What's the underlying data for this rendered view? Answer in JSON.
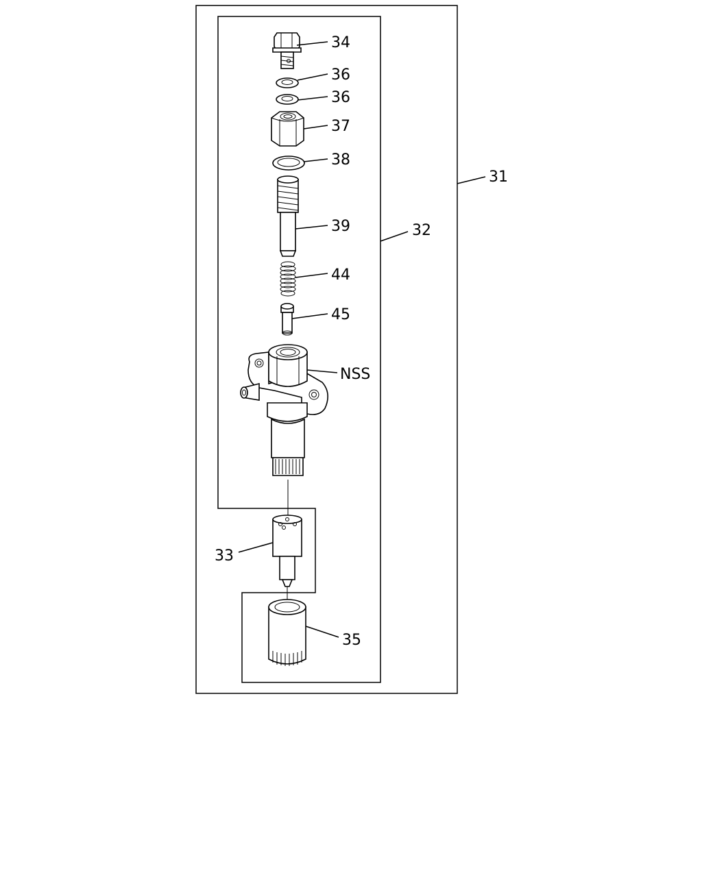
{
  "callouts": {
    "c31": "31",
    "c32": "32",
    "c33": "33",
    "c34": "34",
    "c35": "35",
    "c36a": "36",
    "c36b": "36",
    "c37": "37",
    "c38": "38",
    "c39": "39",
    "c44": "44",
    "c45": "45",
    "nss": "NSS"
  }
}
